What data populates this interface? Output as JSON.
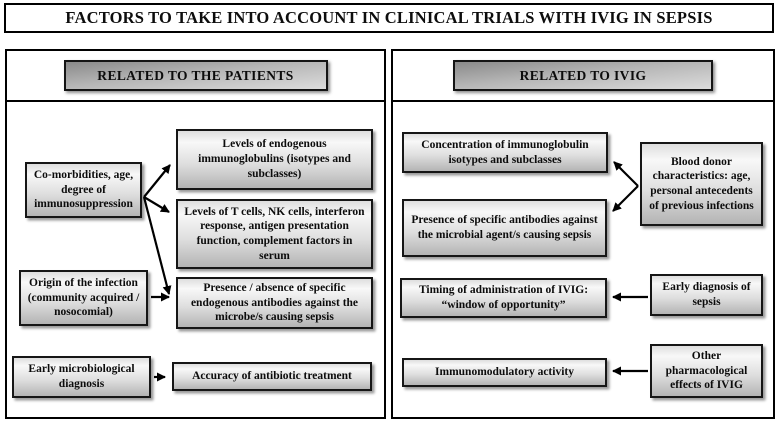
{
  "title": "FACTORS TO TAKE INTO ACCOUNT IN CLINICAL TRIALS WITH IVIG IN SEPSIS",
  "panels": {
    "patients": {
      "header": "RELATED TO THE PATIENTS",
      "boxes": {
        "comorbidities": "Co-morbidities, age, degree of immunosuppression",
        "origin_infection": "Origin of the infection (community acquired / nosocomial)",
        "early_micro_diagnosis": "Early microbiological diagnosis",
        "endogenous_immunoglobulins": "Levels of endogenous immunoglobulins (isotypes and subclasses)",
        "t_nk_cells": "Levels of T cells, NK cells, interferon response, antigen presentation function, complement factors in serum",
        "endogenous_antibodies": "Presence / absence of specific endogenous antibodies against the microbe/s causing sepsis",
        "antibiotic_treatment": "Accuracy of antibiotic  treatment"
      },
      "connections": [
        "comorbidities -> endogenous_immunoglobulins",
        "comorbidities -> t_nk_cells",
        "comorbidities -> endogenous_antibodies",
        "origin_infection -> endogenous_antibodies",
        "early_micro_diagnosis -> antibiotic_treatment"
      ]
    },
    "ivig": {
      "header": "RELATED TO IVIG",
      "boxes": {
        "ig_concentration": "Concentration of immunoglobulin isotypes and subclasses",
        "specific_antibodies": "Presence of specific antibodies against the microbial agent/s causing sepsis",
        "timing": "Timing of administration of IVIG: “window of opportunity”",
        "immunomodulatory": "Immunomodulatory activity",
        "blood_donor": "Blood donor characteristics: age, personal antecedents of previous infections",
        "early_sepsis_diagnosis": "Early diagnosis of sepsis",
        "other_pharmacological": "Other pharmacological effects of IVIG"
      },
      "connections": [
        "blood_donor -> ig_concentration",
        "blood_donor -> specific_antibodies",
        "early_sepsis_diagnosis -> timing",
        "other_pharmacological -> immunomodulatory"
      ]
    }
  },
  "colors": {
    "border": "#000000",
    "header_gradient_dark": "#8a8a8a",
    "header_gradient_light": "#dcdcdc",
    "box_gradient_light": "#f8f8f8",
    "box_gradient_dark": "#b4b4b4"
  }
}
